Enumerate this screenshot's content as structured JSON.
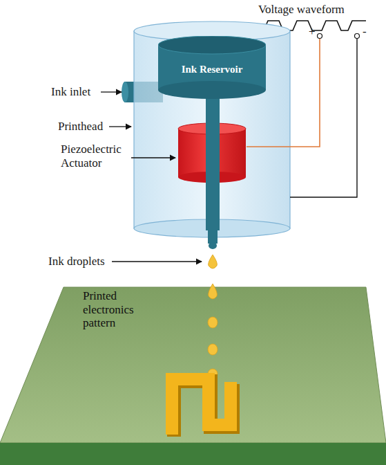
{
  "diagram": {
    "nodes": [
      {
        "text": [
          "Ink Reservoir"
        ]
      },
      {
        "text": [
          "Printed electronics pattern"
        ]
      }
    ],
    "labels": [
      "Voltage waveform",
      "+",
      "-",
      "Ink inlet",
      "Printhead",
      "Piezoelectric Actuator",
      "Ink droplets"
    ]
  }
}
